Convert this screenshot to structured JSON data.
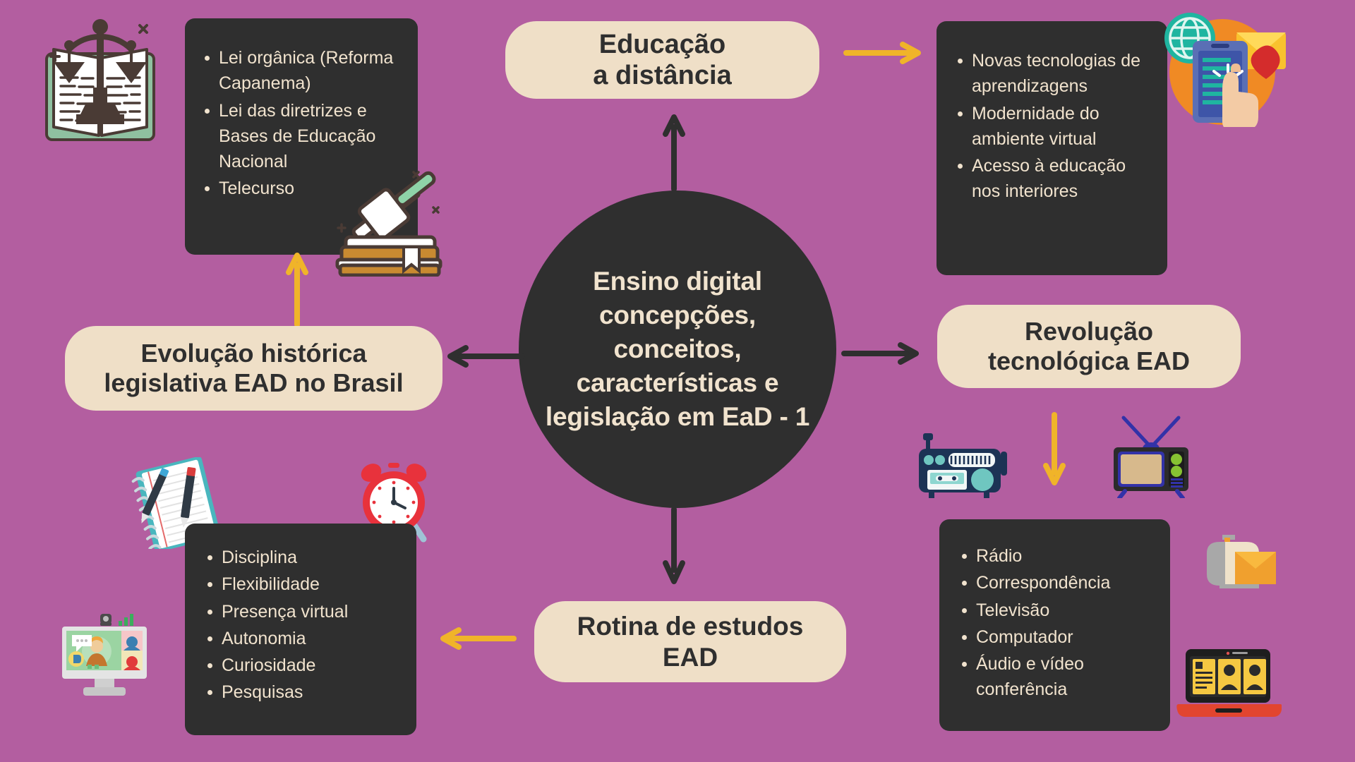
{
  "canvas": {
    "background": "#B35EA0"
  },
  "palette": {
    "bg": "#B35EA0",
    "dark": "#2F2F2F",
    "cream": "#EFDFC7",
    "arrow_dark": "#2F2F2F",
    "arrow_yellow": "#F0B429"
  },
  "center": {
    "text": "Ensino digital concepções, conceitos, características e legislação em EaD - 1"
  },
  "pills": {
    "top": "Educação\na distância",
    "left": "Evolução histórica\nlegislativa EAD no Brasil",
    "right": "Revolução\ntecnológica EAD",
    "bottom": "Rotina de estudos\nEAD"
  },
  "cards": {
    "top_left": {
      "items": [
        "Lei orgânica (Reforma Capanema)",
        "Lei das diretrizes e Bases de Educação Nacional",
        "Telecurso"
      ]
    },
    "top_right": {
      "items": [
        "Novas tecnologias de aprendizagens",
        "Modernidade do ambiente virtual",
        "Acesso à educação nos interiores"
      ]
    },
    "bottom_left": {
      "items": [
        "Disciplina",
        "Flexibilidade",
        "Presença virtual",
        "Autonomia",
        "Curiosidade",
        "Pesquisas"
      ]
    },
    "bottom_right": {
      "items": [
        "Rádio",
        "Correspondência",
        "Televisão",
        "Computador",
        "Áudio e vídeo conferência"
      ]
    }
  },
  "arrows": [
    {
      "name": "arrow-center-to-top",
      "color": "#2F2F2F",
      "direction": "up"
    },
    {
      "name": "arrow-center-to-left",
      "color": "#2F2F2F",
      "direction": "left"
    },
    {
      "name": "arrow-center-to-right",
      "color": "#2F2F2F",
      "direction": "right"
    },
    {
      "name": "arrow-center-to-bottom",
      "color": "#2F2F2F",
      "direction": "down"
    },
    {
      "name": "arrow-top-to-top-right-card",
      "color": "#F0B429",
      "direction": "right"
    },
    {
      "name": "arrow-left-pill-to-top-left-card",
      "color": "#F0B429",
      "direction": "up"
    },
    {
      "name": "arrow-right-pill-to-bottom-right-card",
      "color": "#F0B429",
      "direction": "down"
    },
    {
      "name": "arrow-bottom-pill-to-bottom-left-card",
      "color": "#F0B429",
      "direction": "left"
    }
  ],
  "icons": [
    {
      "name": "law-book-scales-icon",
      "label": "open book with scales of justice"
    },
    {
      "name": "gavel-books-icon",
      "label": "gavel resting on stacked books"
    },
    {
      "name": "digital-learning-icon",
      "label": "globe, tablet with hand, envelope and heart"
    },
    {
      "name": "notebook-pens-icon",
      "label": "spiral notebook with two pens"
    },
    {
      "name": "alarm-clock-icon",
      "label": "red alarm clock"
    },
    {
      "name": "video-call-monitor-icon",
      "label": "desktop monitor with video call"
    },
    {
      "name": "radio-cassette-icon",
      "label": "retro radio cassette player"
    },
    {
      "name": "retro-tv-icon",
      "label": "retro television with antennas"
    },
    {
      "name": "mailbox-envelope-icon",
      "label": "mailbox with orange envelope"
    },
    {
      "name": "laptop-videocall-icon",
      "label": "red laptop showing video conference"
    }
  ]
}
